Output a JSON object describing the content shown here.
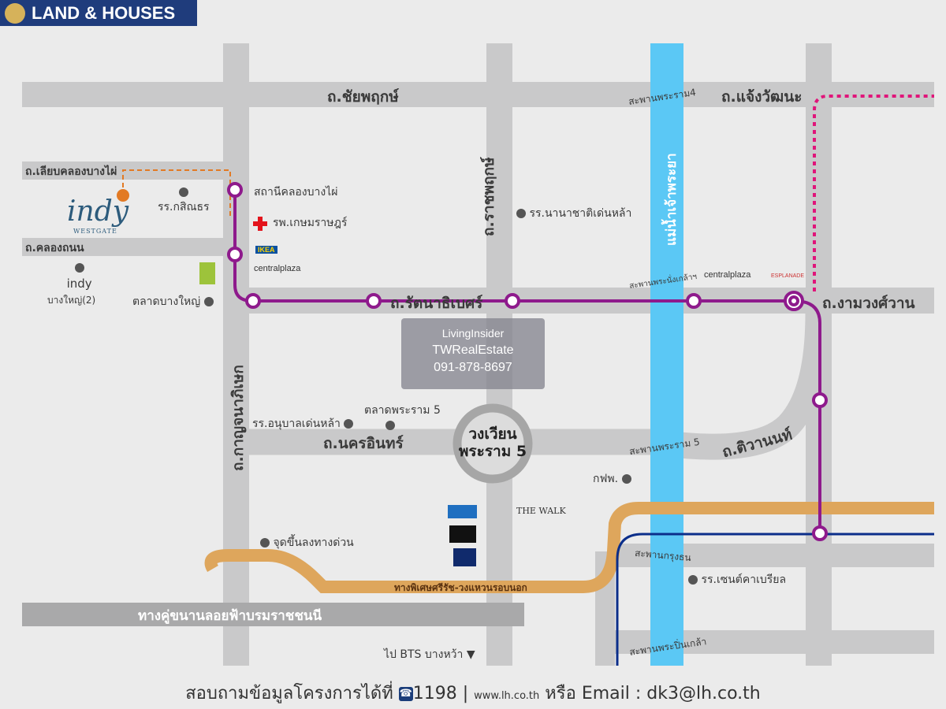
{
  "header": {
    "logo_text": "LAND & HOUSES"
  },
  "roads": {
    "chaiyaphruek": "ถ.ชัยพฤกษ์",
    "liap_khlong_bang_phai": "ถ.เลียบคลองบางไผ่",
    "khlong_thanon": "ถ.คลองถนน",
    "ratchaphruek": "ถ.ราชพฤกษ์",
    "rattanathibet": "ถ.รัตนาธิเบศร์",
    "kanchanaphisek": "ถ.กาญจนาภิเษก",
    "nakhon_in": "ถ.นครอินทร์",
    "tiwanon": "ถ.ติวานนท์",
    "ngamwongwan": "ถ.งามวงศ์วาน",
    "chaengwattana": "ถ.แจ้งวัฒนะ",
    "parallel_road": "ทางคู่ขนานลอยฟ้าบรมราชชนนี",
    "expressway": "ทางพิเศษศรีรัช-วงแหวนรอบนอก",
    "roundabout": [
      "วงเวียน",
      "พระราม 5"
    ]
  },
  "bridges": {
    "rama4": "สะพานพระราม4",
    "nonthaburi": "สะพานพระนั่งเกล้าฯ",
    "rama5": "สะพานพระราม 5",
    "krungthon": "สะพานกรุงธน",
    "pinklao": "สะพานพระปิ่นเกล้า"
  },
  "river": "แม่น้ำเจ้าพระยา",
  "pois": {
    "station": "สถานีคลองบางไผ่",
    "hospital": "รพ.เกษมราษฎร์",
    "school_kasintorn": "รร.กสิณธร",
    "indy_bangyai": "indy",
    "indy_bangyai_sub": "บางใหญ่(2)",
    "bangyai_market": "ตลาดบางใหญ่",
    "ikea": "IKEA",
    "central_plaza": "centralplaza",
    "esplanade": "ESPLANADE",
    "nanachat_school": "รร.นานาชาติเด่นหล้า",
    "anuban_school": "รร.อนุบาลเด่นหล้า",
    "rama5_market": "ตลาดพระราม 5",
    "egat": "กฟพ.",
    "expressway_ramp": "จุดขึ้นลงทางด่วน",
    "the_walk": "THE WALK",
    "st_gabriel": "รร.เซนต์คาเบรียล",
    "bts": "ไป BTS บางหว้า ▼"
  },
  "project": {
    "name": "indy",
    "sub": "WESTGATE"
  },
  "watermark": {
    "brand": "LivingInsider",
    "agent": "TWRealEstate",
    "phone": "091-878-8697"
  },
  "footer": {
    "prefix": "สอบถามข้อมูลโครงการได้ที่",
    "hotline": "1198",
    "website": "www.lh.co.th",
    "or": "หรือ",
    "email": "Email : dk3@lh.co.th"
  },
  "colors": {
    "road": "#c9c9ca",
    "river": "#5bc8f5",
    "purple_line": "#8e1a8c",
    "pink_line": "#e0157a",
    "expressway": "#dea65c",
    "blue_line": "#0b2e8a"
  }
}
